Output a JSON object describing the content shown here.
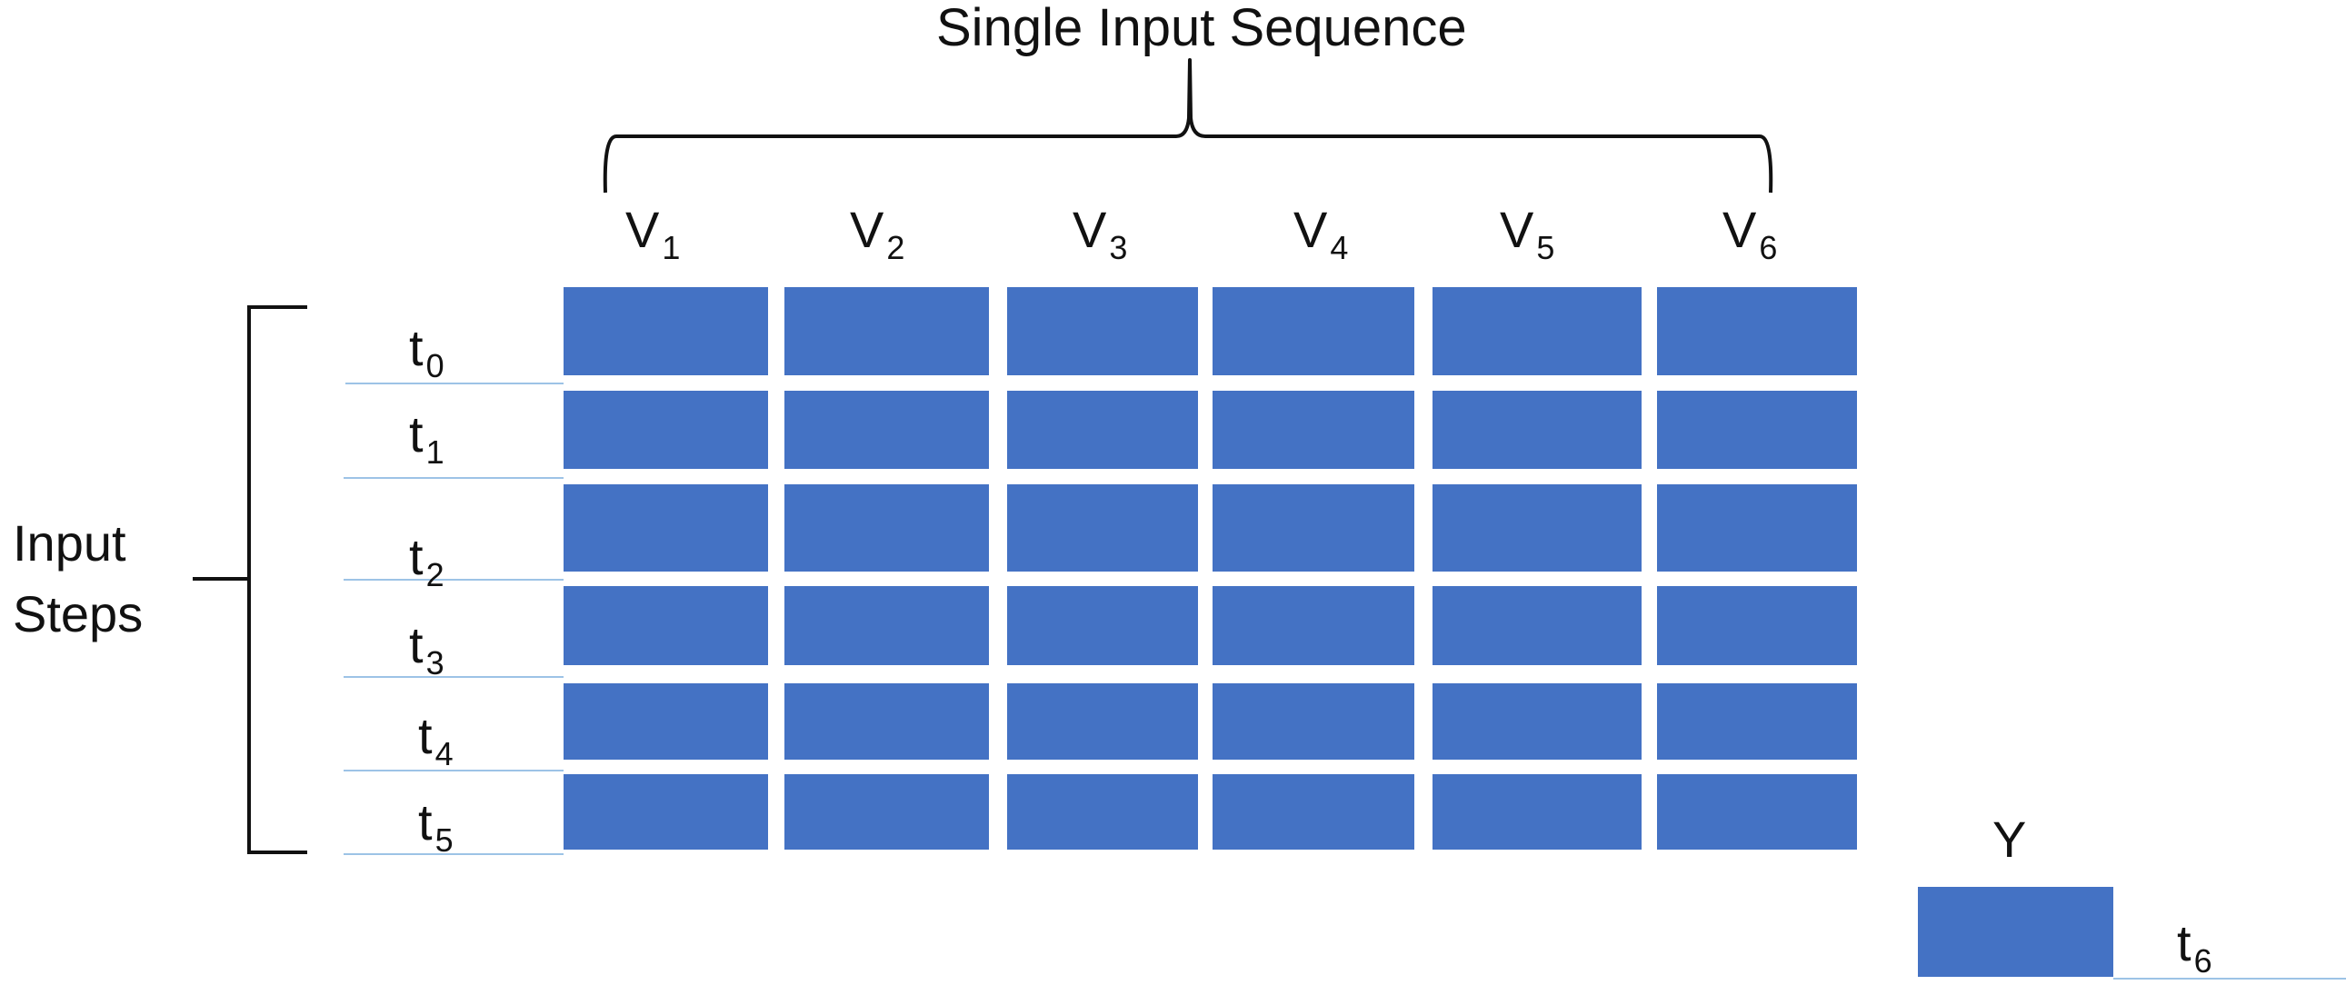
{
  "title": "Single Input Sequence",
  "side_label": {
    "line1": "Input",
    "line2": "Steps"
  },
  "columns": [
    {
      "base": "V",
      "sub": "1"
    },
    {
      "base": "V",
      "sub": "2"
    },
    {
      "base": "V",
      "sub": "3"
    },
    {
      "base": "V",
      "sub": "4"
    },
    {
      "base": "V",
      "sub": "5"
    },
    {
      "base": "V",
      "sub": "6"
    }
  ],
  "rows": [
    {
      "base": "t",
      "sub": "0"
    },
    {
      "base": "t",
      "sub": "1"
    },
    {
      "base": "t",
      "sub": "2"
    },
    {
      "base": "t",
      "sub": "3"
    },
    {
      "base": "t",
      "sub": "4"
    },
    {
      "base": "t",
      "sub": "5"
    }
  ],
  "output": {
    "label": "Y",
    "step": {
      "base": "t",
      "sub": "6"
    }
  },
  "colors": {
    "cell": "#4472C4",
    "bracket": "#111111",
    "rule": "#9DC3E6",
    "text": "#111111"
  }
}
